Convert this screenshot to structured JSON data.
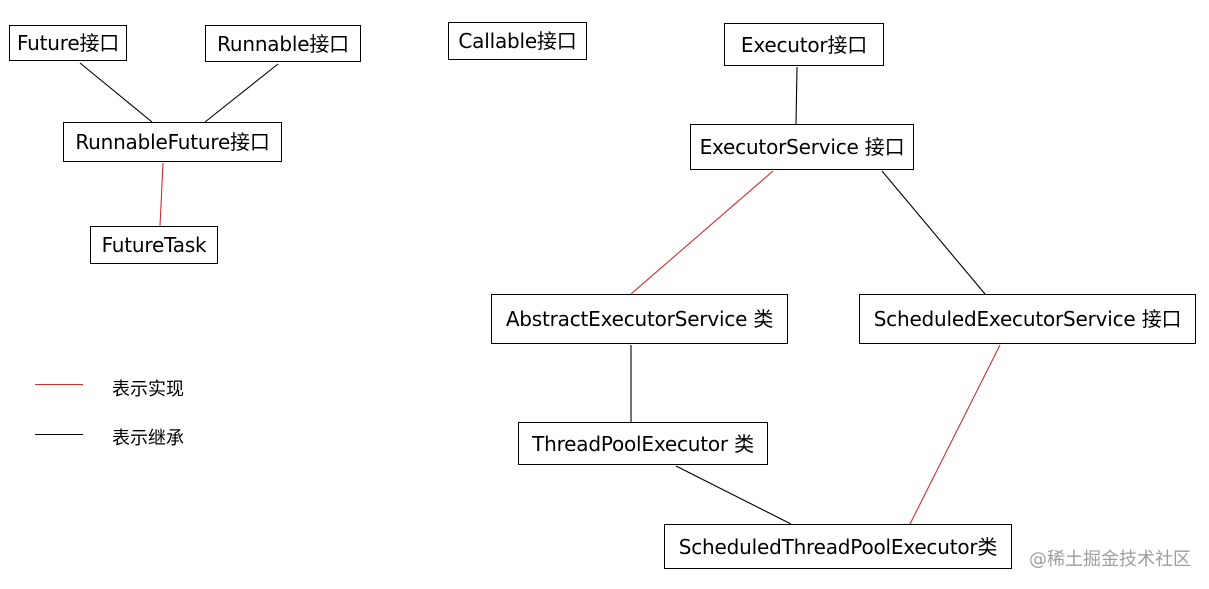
{
  "nodes": {
    "future": "Future接口",
    "runnable": "Runnable接口",
    "callable": "Callable接口",
    "runnablefuture": "RunnableFuture接口",
    "futuretask": "FutureTask",
    "executor": "Executor接口",
    "executorservice": "ExecutorService 接口",
    "abstractexecutorservice": "AbstractExecutorService 类",
    "scheduledexecutorservice": "ScheduledExecutorService 接口",
    "threadpoolexecutor": "ThreadPoolExecutor 类",
    "scheduledthreadpoolexecutor": "ScheduledThreadPoolExecutor类"
  },
  "edges": [
    {
      "from": "future",
      "to": "runnablefuture",
      "kind": "inherit"
    },
    {
      "from": "runnable",
      "to": "runnablefuture",
      "kind": "inherit"
    },
    {
      "from": "runnablefuture",
      "to": "futuretask",
      "kind": "implement"
    },
    {
      "from": "executor",
      "to": "executorservice",
      "kind": "inherit"
    },
    {
      "from": "executorservice",
      "to": "abstractexecutorservice",
      "kind": "implement"
    },
    {
      "from": "executorservice",
      "to": "scheduledexecutorservice",
      "kind": "inherit"
    },
    {
      "from": "abstractexecutorservice",
      "to": "threadpoolexecutor",
      "kind": "inherit"
    },
    {
      "from": "threadpoolexecutor",
      "to": "scheduledthreadpoolexecutor",
      "kind": "inherit"
    },
    {
      "from": "scheduledexecutorservice",
      "to": "scheduledthreadpoolexecutor",
      "kind": "implement"
    }
  ],
  "legend": {
    "implement_label": "表示实现",
    "inherit_label": "表示继承"
  },
  "colors": {
    "implement": "#d03030",
    "inherit": "#000000"
  },
  "watermark": "@稀土掘金技术社区"
}
